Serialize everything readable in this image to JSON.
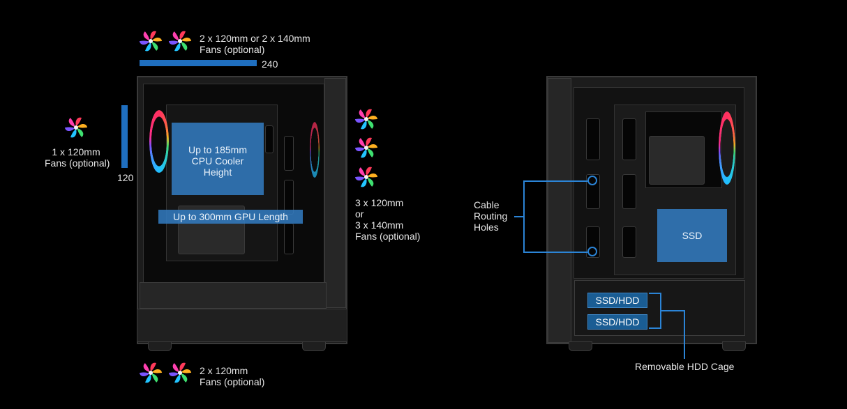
{
  "labels": {
    "top_fans_line1": "2 x 120mm   or   2 x 140mm",
    "top_fans_line2": "Fans (optional)",
    "top_dim": "240",
    "left_fans_line1": "1 x 120mm",
    "left_fans_line2": "Fans (optional)",
    "left_dim": "120",
    "cpu_cooler_line1": "Up to 185mm",
    "cpu_cooler_line2": "CPU Cooler",
    "cpu_cooler_line3": "Height",
    "gpu_length": "Up to 300mm GPU Length",
    "right_fans_line1": "3 x 120mm",
    "right_fans_line2": "or",
    "right_fans_line3": "3 x 140mm",
    "right_fans_line4": "Fans (optional)",
    "bottom_fans_line1": "2 x 120mm",
    "bottom_fans_line2": "Fans (optional)",
    "cable_line1": "Cable",
    "cable_line2": "Routing",
    "cable_line3": "Holes",
    "ssd": "SSD",
    "hdd1": "SSD/HDD",
    "hdd2": "SSD/HDD",
    "hdd_cage": "Removable HDD Cage"
  },
  "icons": {
    "fan": "rgb-fan-icon"
  },
  "colors": {
    "background": "#000000",
    "accent_blue": "#1f6fc0",
    "line_blue": "#2b84d6",
    "tag_blue": "#1a5d94"
  }
}
